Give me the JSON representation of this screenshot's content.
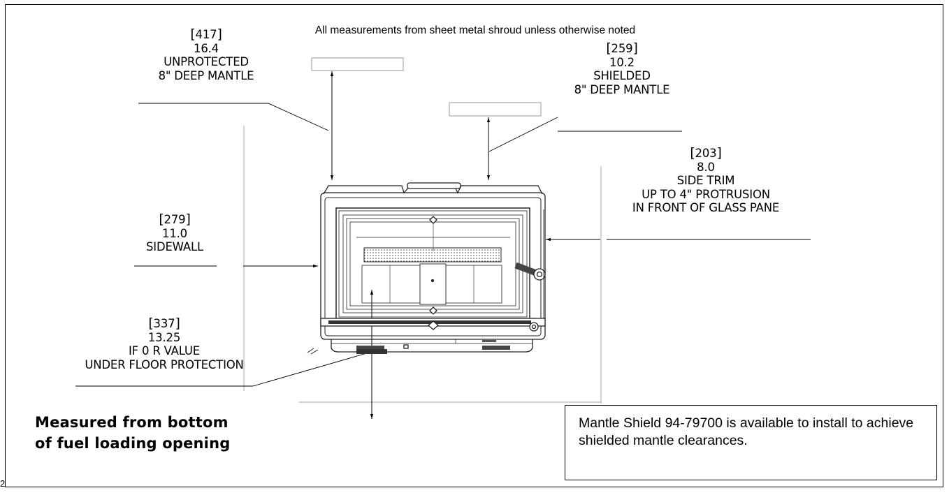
{
  "note": "All measurements from sheet metal shroud unless otherwise noted",
  "callouts": {
    "unprotected": {
      "metric": "417",
      "inches": "16.4",
      "line1": "UNPROTECTED",
      "line2": "8\" DEEP MANTLE"
    },
    "shielded": {
      "metric": "259",
      "inches": "10.2",
      "line1": "SHIELDED",
      "line2": "8\" DEEP MANTLE"
    },
    "side_trim": {
      "metric": "203",
      "inches": "8.0",
      "line1": "SIDE TRIM",
      "line2": "UP TO 4\" PROTRUSION",
      "line3": "IN FRONT OF GLASS PANE"
    },
    "sidewall": {
      "metric": "279",
      "inches": "11.0",
      "line1": "SIDEWALL"
    },
    "floor": {
      "metric": "337",
      "inches": "13.25",
      "line1": "IF 0 R VALUE",
      "line2": "UNDER FLOOR PROTECTION"
    }
  },
  "measured_note": {
    "line1": "Measured from bottom",
    "line2": "of fuel loading opening"
  },
  "mantle_shield_note": "Mantle Shield 94-79700 is available to install to achieve shielded mantle clearances.",
  "page_number": "2",
  "colors": {
    "line": "#000000",
    "drawing": "#333333",
    "grid": "#aaaaaa"
  }
}
